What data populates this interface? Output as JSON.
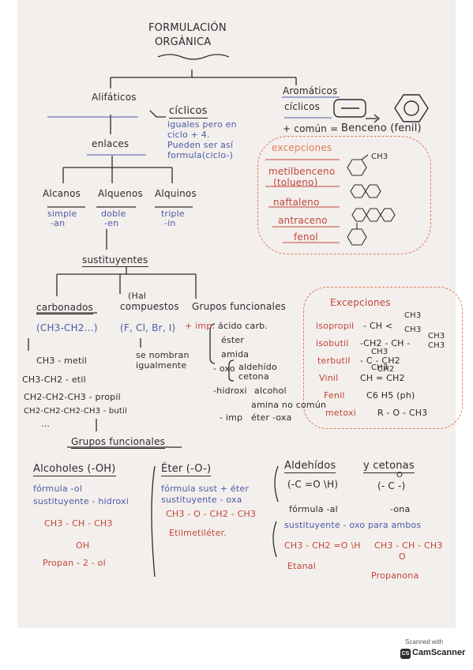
{
  "title": {
    "line1": "FORMULACIÓN",
    "line2": "ORGÁNICA"
  },
  "alifaticos": {
    "heading": "Alifáticos",
    "ciclicos": "cíclicos",
    "ciclicos_note1": "iguales pero en",
    "ciclicos_note2": "ciclo + 4.",
    "ciclicos_note3": "Pueden ser así",
    "ciclicos_note4": "formula(ciclo-)",
    "enlaces": "enlaces",
    "types": [
      {
        "name": "Alcanos",
        "bond": "simple",
        "suffix": "-an"
      },
      {
        "name": "Alquenos",
        "bond": "doble",
        "suffix": "-en"
      },
      {
        "name": "Alquinos",
        "bond": "triple",
        "suffix": "-in"
      }
    ]
  },
  "aromaticos": {
    "heading": "Aromáticos",
    "ciclicos": "cíclicos",
    "comun_label": "+ común =",
    "comun_value": "Benceno (fenil)",
    "excepciones_title": "excepciones",
    "ch3": "CH3",
    "items": [
      "metilbenceno",
      "(tolueno)",
      "naftaleno",
      "antraceno",
      "fenol"
    ]
  },
  "sustituyentes": {
    "heading": "sustituyentes",
    "col1": {
      "head": "carbonados",
      "sub": "(CH3-CH2...)"
    },
    "col2": {
      "pre": "(Hal",
      "head": "compuestos",
      "sub": "(F, Cl, Br, I)",
      "note1": "se nombran",
      "note2": "igualmente"
    },
    "col3": {
      "head": "Grupos funcionales",
      "mas_imp": "+ imp.",
      "list": [
        "ácido carb.",
        "éster",
        "amida",
        "aldehído",
        "cetona"
      ],
      "oxo": "- oxo",
      "hidroxi": "-hidroxi",
      "alcohol": "alcohol",
      "amina": "amina no común",
      "menos_imp": "- imp",
      "eter": "éter -oxa"
    },
    "carbon_rows": [
      "CH3 - metil",
      "CH3-CH2 - etil",
      "CH2-CH2-CH3 - propil",
      "CH2-CH2-CH2-CH3 - butil",
      "..."
    ]
  },
  "excepciones2": {
    "title": "Excepciones",
    "rows": [
      {
        "name": "isopropil",
        "formula": "- CH <",
        "top": "CH3",
        "bot": "CH3"
      },
      {
        "name": "isobutil",
        "formula": "-CH2 - CH -",
        "top": "CH3",
        "bot": "CH3"
      },
      {
        "name": "terbutil",
        "formula": "- C - CH2",
        "top": "CH3",
        "bot": "CH3"
      },
      {
        "name": "Vinil",
        "formula": "CH = CH2",
        "top": "CH2",
        "bot": ""
      },
      {
        "name": "Fenil",
        "formula": "C6 H5 (ph)",
        "top": "",
        "bot": ""
      },
      {
        "name": "metoxi",
        "formula": "R - O - CH3",
        "top": "",
        "bot": ""
      }
    ]
  },
  "grupos": {
    "heading": "Grupos funcionales",
    "alcoholes": {
      "head": "Alcoholes (-OH)",
      "l1": "fórmula -ol",
      "l2": "sustituyente - hidroxi",
      "ex1": "CH3 - CH - CH3",
      "ex2": "OH",
      "ex3": "Propan - 2 - ol"
    },
    "eter": {
      "head": "Éter (-O-)",
      "l1": "fórmula sust + éter",
      "l2": "sustituyente - oxa",
      "ex1": "CH3 - O - CH2 - CH3",
      "ex2": "Etilmetiléter."
    },
    "aldehidos": {
      "head": "Aldehídos",
      "formula": "(-C =O \\H)",
      "l1": "fórmula -al",
      "l2": "sustituyente - oxo para ambos",
      "ex1": "CH3 - CH2 =O \\H",
      "ex2": "Etanal"
    },
    "cetonas": {
      "head": "y cetonas",
      "formula": "(- C -)",
      "top": "O",
      "l1": "-ona",
      "ex1": "CH3 - CH - CH3",
      "ex2": "O",
      "ex3": "Propanona"
    }
  },
  "stamp": {
    "top": "Scanned with",
    "name": "CamScanner",
    "logo": "CS"
  },
  "colors": {
    "ink": "#2c2a2e",
    "blue": "#4b5aa8",
    "red": "#c2463a",
    "orange": "#e27a5d",
    "paper": "#f3efec"
  }
}
